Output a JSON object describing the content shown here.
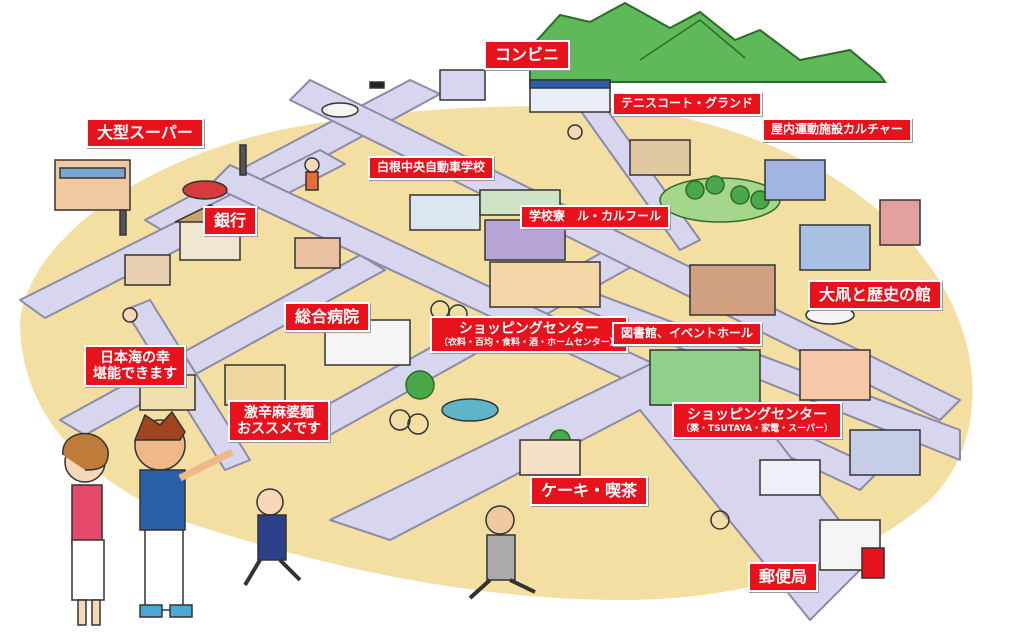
{
  "map": {
    "accent_color": "#e8121c",
    "ground_color": "#f3dfa2",
    "road_color": "#d8d6ee",
    "labels": {
      "supermarket": "大型スーパー",
      "bank": "銀行",
      "convenience_top": "コンビニ",
      "tennis": "テニスコート・グランド",
      "indoor_sports": "屋内運動施設カルチャー",
      "driving_school": "白根中央自動車学校",
      "dormitory": "学校寮　ル・カルフール",
      "hospital": "総合病院",
      "shopping_center_1": "ショッピングセンター",
      "shopping_center_1_sub": "（衣料・百均・食料・酒・ホームセンター）",
      "library": "図書館、イベントホール",
      "history_museum": "大凧と歴史の館",
      "seafood_1": "日本海の幸",
      "seafood_2": "堪能できます",
      "mapo_1": "激辛麻婆麺",
      "mapo_2": "おススメです",
      "shopping_center_2": "ショッピングセンター",
      "shopping_center_2_sub": "（薬・TSUTAYA・家電・スーパー）",
      "cake_cafe": "ケーキ・喫茶",
      "post_office": "郵便局"
    }
  }
}
